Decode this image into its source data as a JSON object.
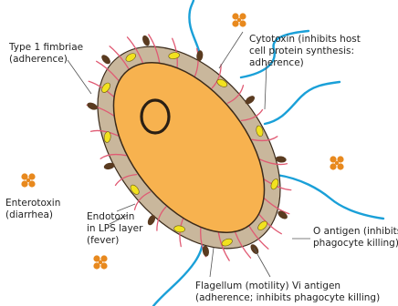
{
  "labels": {
    "fimbriae": [
      "Type 1 fimbriae",
      "(adherence)"
    ],
    "cytotoxin": [
      "Cytotoxin (inhibits host",
      "cell protein synthesis:",
      "adherence)"
    ],
    "enterotoxin": [
      "Enterotoxin",
      "(diarrhea)"
    ],
    "endotoxin": [
      "Endotoxin",
      "in LPS layer",
      "(fever)"
    ],
    "o_antigen": [
      "O antigen (inhibits",
      "phagocyte killing)"
    ],
    "flagellum": [
      "Flagellum (motility) Vi antigen",
      "(adherence; inhibits phagocyte killing)"
    ]
  },
  "colors": {
    "cytoplasm": "#f7b24f",
    "capsule": "#c9b79c",
    "flagellum": "#1aa0d8",
    "fimbriae": "#e05a73",
    "o_antigen_knob": "#5a3b20",
    "vi_antigen_oval": "#f2e21f",
    "enterotoxin": "#e8891e",
    "leader_line": "#555555"
  },
  "icons": [
    "flagellum-icon",
    "fimbria-icon",
    "o-antigen-icon",
    "vi-antigen-icon",
    "nucleoid-icon",
    "enterotoxin-icon"
  ]
}
